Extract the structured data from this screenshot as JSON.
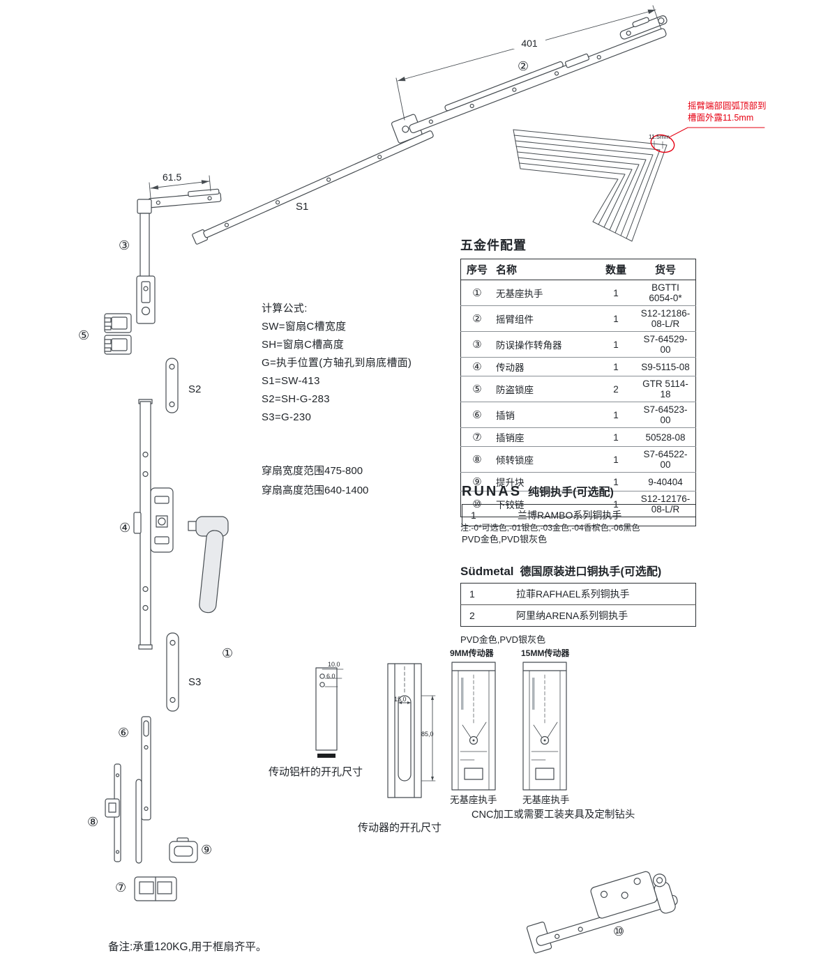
{
  "colors": {
    "accent_red": "#e60012",
    "line": "#454b50"
  },
  "labels": {
    "dim_401": "401",
    "dim_61_5": "61.5",
    "s1": "S1",
    "s2": "S2",
    "s3": "S3",
    "dim_11_5": "11.5mm",
    "red_note_line1": "摇臂端部圆弧顶部到",
    "red_note_line2": "槽面外露11.5mm"
  },
  "callouts": {
    "n1": "①",
    "n2": "②",
    "n3": "③",
    "n4": "④",
    "n5": "⑤",
    "n6": "⑥",
    "n7": "⑦",
    "n8": "⑧",
    "n9": "⑨",
    "n10": "⑩"
  },
  "formulas": {
    "title": "计算公式:",
    "line1": "SW=窗扇C槽宽度",
    "line2": "SH=窗扇C槽高度",
    "line3": "G=执手位置(方轴孔到扇底槽面)",
    "line4": "S1=SW-413",
    "line5": "S2=SH-G-283",
    "line6": "S3=G-230",
    "range1": "穿扇宽度范围475-800",
    "range2": "穿扇高度范围640-1400"
  },
  "parts_table": {
    "title": "五金件配置",
    "headers": [
      "序号",
      "名称",
      "数量",
      "货号"
    ],
    "rows": [
      [
        "①",
        "无基座执手",
        "1",
        "BGTTI 6054-0*"
      ],
      [
        "②",
        "摇臂组件",
        "1",
        "S12-12186-08-L/R"
      ],
      [
        "③",
        "防误操作转角器",
        "1",
        "S7-64529-00"
      ],
      [
        "④",
        "传动器",
        "1",
        "S9-5115-08"
      ],
      [
        "⑤",
        "防盗锁座",
        "2",
        "GTR 5114-18"
      ],
      [
        "⑥",
        "插销",
        "1",
        "S7-64523-00"
      ],
      [
        "⑦",
        "插销座",
        "1",
        "50528-08"
      ],
      [
        "⑧",
        "倾转锁座",
        "1",
        "S7-64522-00"
      ],
      [
        "⑨",
        "提升块",
        "1",
        "9-40404"
      ],
      [
        "⑩",
        "下铰链",
        "1",
        "S12-12176-08-L/R"
      ]
    ],
    "note": "注:-0*可选色,-01银色,-03金色,-04香槟色,-06黑色"
  },
  "runas": {
    "brand": "RUNAS",
    "title": "纯铜执手(可选配)",
    "rows": [
      [
        "1",
        "兰博RAMBO系列铜执手"
      ]
    ],
    "note": "PVD金色,PVD银灰色"
  },
  "sudmetal": {
    "brand": "Südmetal",
    "title": "德国原装进口铜执手(可选配)",
    "rows": [
      [
        "1",
        "拉菲RAFHAEL系列铜执手"
      ],
      [
        "2",
        "阿里纳ARENA系列铜执手"
      ]
    ],
    "note": "PVD金色,PVD银灰色"
  },
  "drill": {
    "rod_title": "传动铝杆的开孔尺寸",
    "device_title": "传动器的开孔尺寸",
    "dim_10": "10.0",
    "dim_6": "6.0",
    "dim_15": "15,0",
    "dim_85": "85,0",
    "gear9_title": "9MM传动器",
    "gear15_title": "15MM传动器",
    "gear9_caption": "无基座执手",
    "gear15_caption": "无基座执手",
    "cnc_note": "CNC加工或需要工装夹具及定制钻头"
  },
  "footer": {
    "note": "备注:承重120KG,用于框扇齐平。"
  }
}
